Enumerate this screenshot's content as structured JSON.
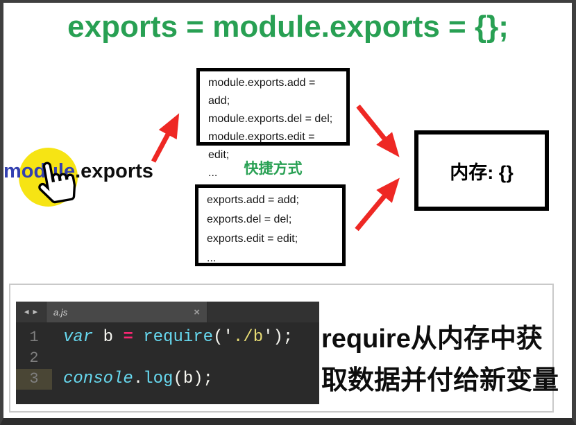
{
  "title": "exports = module.exports = {};",
  "left_label": {
    "module_part": "module",
    "exports_part": ".exports"
  },
  "shortcut_label": "快捷方式",
  "top_box": {
    "lines": [
      "module.exports.add = add;",
      "module.exports.del = del;",
      "module.exports.edit = edit;",
      "..."
    ]
  },
  "bottom_box": {
    "lines": [
      "exports.add = add;",
      "exports.del = del;",
      "exports.edit = edit;",
      "..."
    ]
  },
  "memory_box": {
    "text": "内存: {}"
  },
  "editor": {
    "nav_left": "◀",
    "nav_right": "▶",
    "tab_name": "a.js",
    "close_glyph": "×",
    "lines": [
      {
        "number": "1",
        "highlight": false,
        "tokens": [
          {
            "t": "var",
            "c": "kw"
          },
          {
            "t": " b ",
            "c": "id"
          },
          {
            "t": "=",
            "c": "op"
          },
          {
            "t": " ",
            "c": "id"
          },
          {
            "t": "require",
            "c": "fn"
          },
          {
            "t": "(",
            "c": "pn"
          },
          {
            "t": "'",
            "c": "pn"
          },
          {
            "t": "./b",
            "c": "str"
          },
          {
            "t": "'",
            "c": "pn"
          },
          {
            "t": ");",
            "c": "pn"
          }
        ]
      },
      {
        "number": "2",
        "highlight": false,
        "tokens": []
      },
      {
        "number": "3",
        "highlight": true,
        "tokens": [
          {
            "t": "console",
            "c": "kw"
          },
          {
            "t": ".",
            "c": "pn"
          },
          {
            "t": "log",
            "c": "fn"
          },
          {
            "t": "(b);",
            "c": "pn"
          }
        ]
      }
    ]
  },
  "explanation": {
    "line1": "require从内存中获",
    "line2": "取数据并付给新变量"
  },
  "colors": {
    "green": "#28a053",
    "red": "#ee2824",
    "yellow": "#f6e414",
    "blue": "#3340b0",
    "kw": "#67d8ef",
    "op": "#f92672",
    "str": "#e6db74",
    "plain": "#f8f8f2"
  }
}
